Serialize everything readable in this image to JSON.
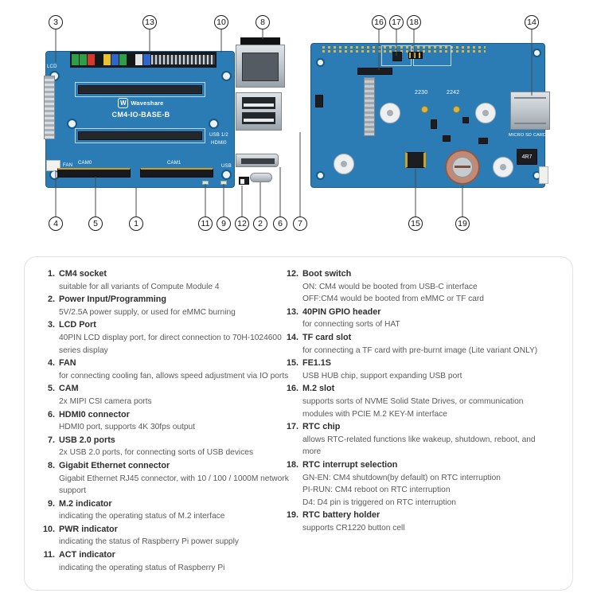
{
  "boards": {
    "left": {
      "brand": "Waveshare",
      "logo_letter": "W",
      "name": "CM4-IO-BASE-B",
      "labels": {
        "lcd": "LCD",
        "fan": "FAN",
        "cam0": "CAM0",
        "cam1": "CAM1",
        "usb12": "USB 1/2",
        "hdmi0": "HDMI0",
        "usb": "USB"
      }
    },
    "right": {
      "labels": {
        "m2_2230": "2230",
        "m2_2242": "2242",
        "inductor": "4R7",
        "sd": "MICRO SD CARD"
      }
    }
  },
  "callouts": {
    "left_top": [
      "3",
      "13",
      "10",
      "8"
    ],
    "right_top": [
      "16",
      "17",
      "18",
      "14"
    ],
    "left_bottom": [
      "4",
      "5",
      "1",
      "11",
      "9",
      "12",
      "2",
      "6",
      "7"
    ],
    "right_bottom": [
      "15",
      "19"
    ]
  },
  "legend": {
    "left": [
      {
        "num": "1.",
        "title": "CM4 socket",
        "lines": [
          "suitable for all variants of Compute Module 4"
        ]
      },
      {
        "num": "2.",
        "title": "Power Input/Programming",
        "lines": [
          "5V/2.5A power supply, or used for eMMC burning"
        ]
      },
      {
        "num": "3.",
        "title": "LCD Port",
        "lines": [
          "40PIN LCD display port, for direct connection to 70H-1024600",
          "series display"
        ]
      },
      {
        "num": "4.",
        "title": "FAN",
        "lines": [
          "for connecting cooling fan, allows speed adjustment via IO ports"
        ]
      },
      {
        "num": "5.",
        "title": "CAM",
        "lines": [
          "2x MIPI CSI camera ports"
        ]
      },
      {
        "num": "6.",
        "title": "HDMI0 connector",
        "lines": [
          "HDMI0 port, supports 4K 30fps output"
        ]
      },
      {
        "num": "7.",
        "title": "USB 2.0 ports",
        "lines": [
          "2x USB 2.0 ports, for connecting sorts of USB devices"
        ]
      },
      {
        "num": "8.",
        "title": "Gigabit Ethernet connector",
        "lines": [
          "Gigabit Ethernet RJ45 connector, with 10 / 100 / 1000M network",
          "support"
        ]
      },
      {
        "num": "9.",
        "title": "M.2 indicator",
        "lines": [
          "indicating the operating status of M.2 interface"
        ]
      },
      {
        "num": "10.",
        "title": "PWR indicator",
        "lines": [
          "indicating the status of Raspberry Pi power supply"
        ]
      },
      {
        "num": "11.",
        "title": "ACT indicator",
        "lines": [
          "indicating the operating status of Raspberry Pi"
        ]
      }
    ],
    "right": [
      {
        "num": "12.",
        "title": "Boot switch",
        "lines": [
          "ON: CM4 would be booted from USB-C interface",
          "OFF:CM4 would be booted from eMMC or TF card"
        ]
      },
      {
        "num": "13.",
        "title": "40PIN GPIO header",
        "lines": [
          "for connecting sorts of HAT"
        ]
      },
      {
        "num": "14.",
        "title": "TF card slot",
        "lines": [
          "for connecting a TF card with pre-burnt image (Lite variant ONLY)"
        ]
      },
      {
        "num": "15.",
        "title": "FE1.1S",
        "lines": [
          "USB HUB chip, support expanding USB port"
        ]
      },
      {
        "num": "16.",
        "title": "M.2 slot",
        "lines": [
          "supports sorts of NVME Solid State Drives, or communication",
          "modules with PCIE M.2 KEY-M interface"
        ]
      },
      {
        "num": "17.",
        "title": "RTC chip",
        "lines": [
          "allows RTC-related functions like wakeup, shutdown, reboot, and",
          "more"
        ]
      },
      {
        "num": "18.",
        "title": "RTC interrupt selection",
        "lines": [
          "GN-EN: CM4 shutdown(by default) on RTC interruption",
          "PI-RUN: CM4 reboot on RTC interruption",
          "D4: D4 pin is triggered on RTC interruption"
        ]
      },
      {
        "num": "19.",
        "title": "RTC battery holder",
        "lines": [
          "supports CR1220 button cell"
        ]
      }
    ]
  }
}
